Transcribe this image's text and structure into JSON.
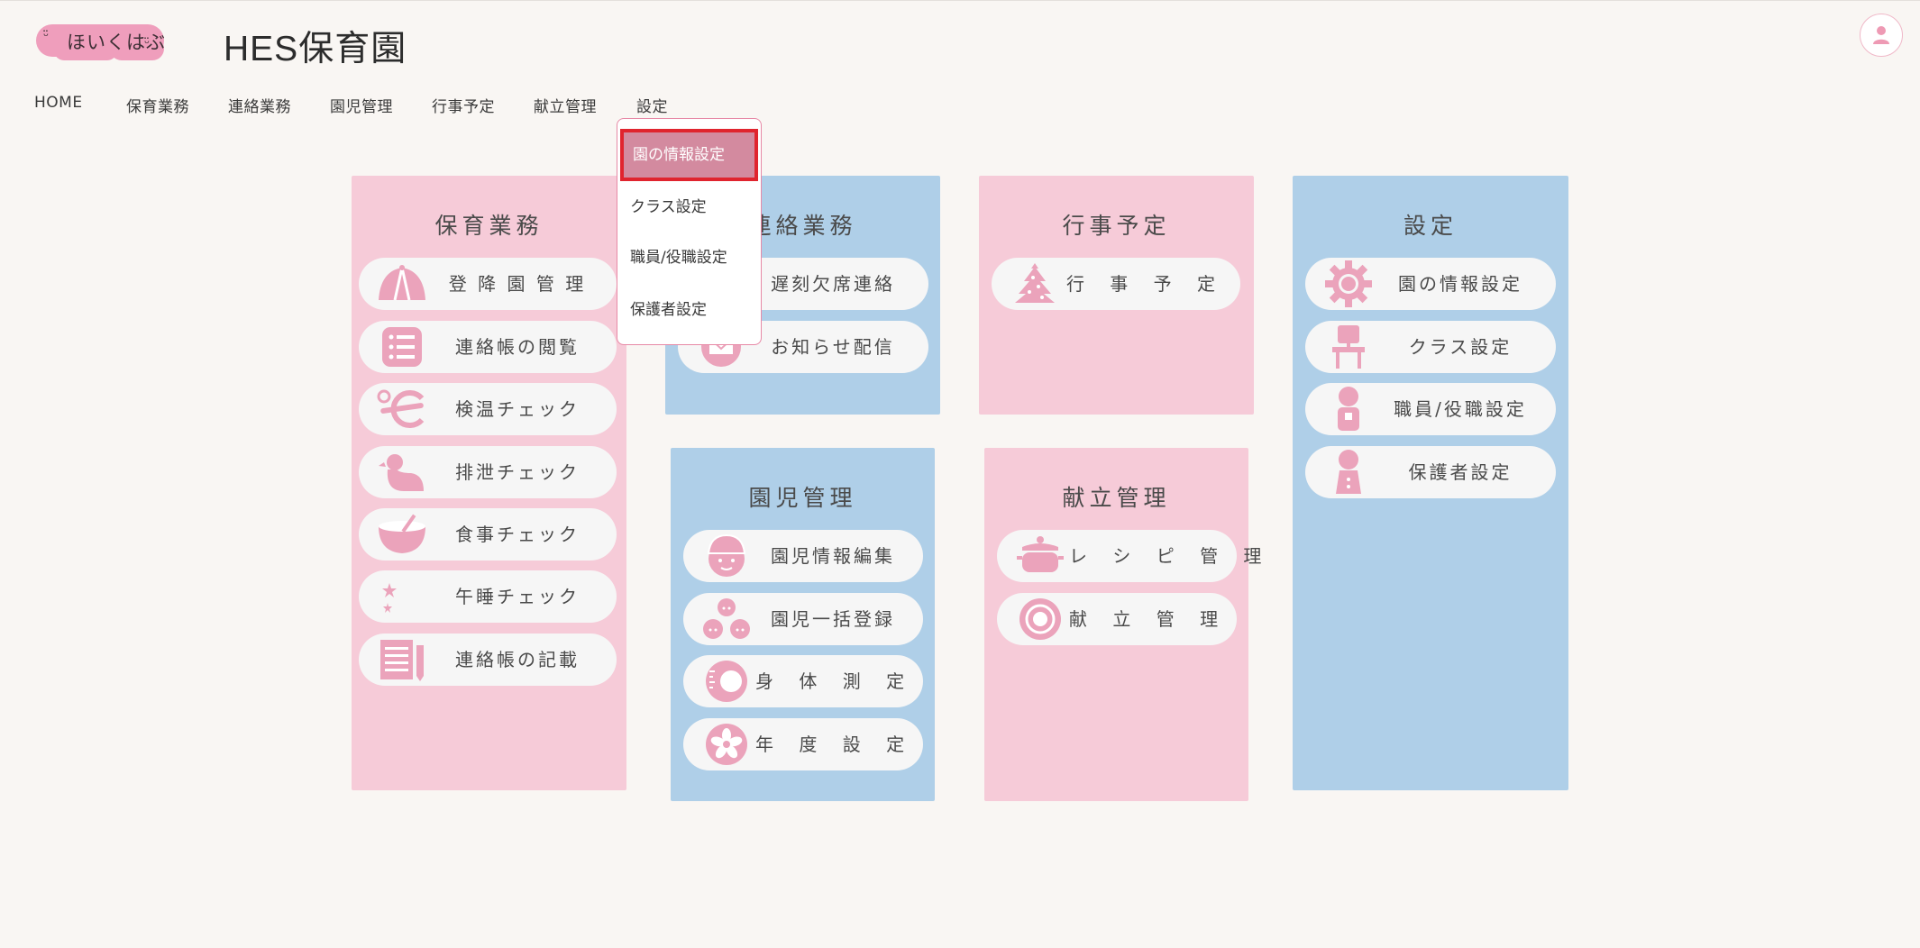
{
  "header": {
    "logo_text": "ほいくはぶ",
    "title": "HES保育園",
    "accent": "#ef9ebc"
  },
  "nav": [
    {
      "label": "HOME"
    },
    {
      "label": "保育業務"
    },
    {
      "label": "連絡業務"
    },
    {
      "label": "園児管理"
    },
    {
      "label": "行事予定"
    },
    {
      "label": "献立管理"
    },
    {
      "label": "設定"
    }
  ],
  "dropdown": {
    "items": [
      {
        "label": "園の情報設定",
        "selected": true
      },
      {
        "label": "クラス設定"
      },
      {
        "label": "職員/役職設定"
      },
      {
        "label": "保護者設定"
      }
    ]
  },
  "panels": {
    "hoiku": {
      "title": "保育業務",
      "items": [
        {
          "label": "登 降 園 管 理",
          "icon": "umbrella-icon"
        },
        {
          "label": "連絡帳の閲覧",
          "icon": "list-icon"
        },
        {
          "label": "検温チェック",
          "icon": "thermometer-icon"
        },
        {
          "label": "排泄チェック",
          "icon": "duck-icon"
        },
        {
          "label": "食事チェック",
          "icon": "bowl-icon"
        },
        {
          "label": "午睡チェック",
          "icon": "moon-star-icon"
        },
        {
          "label": "連絡帳の記載",
          "icon": "notebook-pencil-icon"
        }
      ]
    },
    "renraku": {
      "title": "連絡業務",
      "items": [
        {
          "label": "遅刻欠席連絡",
          "icon": "phone-icon"
        },
        {
          "label": "お知らせ配信",
          "icon": "mail-icon"
        }
      ]
    },
    "gyoji": {
      "title": "行事予定",
      "items": [
        {
          "label": "行 事 予 定",
          "icon": "christmas-tree-icon"
        }
      ]
    },
    "settei": {
      "title": "設定",
      "items": [
        {
          "label": "園の情報設定",
          "icon": "gear-icon"
        },
        {
          "label": "クラス設定",
          "icon": "chair-icon"
        },
        {
          "label": "職員/役職設定",
          "icon": "staff-person-icon"
        },
        {
          "label": "保護者設定",
          "icon": "guardian-person-icon"
        }
      ]
    },
    "enji": {
      "title": "園児管理",
      "items": [
        {
          "label": "園児情報編集",
          "icon": "child-face-icon"
        },
        {
          "label": "園児一括登録",
          "icon": "children-group-icon"
        },
        {
          "label": "身 体 測 定",
          "icon": "measure-icon"
        },
        {
          "label": "年 度 設 定",
          "icon": "sakura-icon"
        }
      ]
    },
    "kondate": {
      "title": "献立管理",
      "items": [
        {
          "label": "レ シ ピ 管 理",
          "icon": "pot-icon"
        },
        {
          "label": "献 立 管 理",
          "icon": "plate-icon"
        }
      ]
    }
  },
  "colors": {
    "pink_panel": "#f6cbd8",
    "blue_panel": "#afcfe8",
    "icon_pink": "#eba3bb",
    "selected_bg": "#d38a9f",
    "selected_border": "#e0242e"
  }
}
